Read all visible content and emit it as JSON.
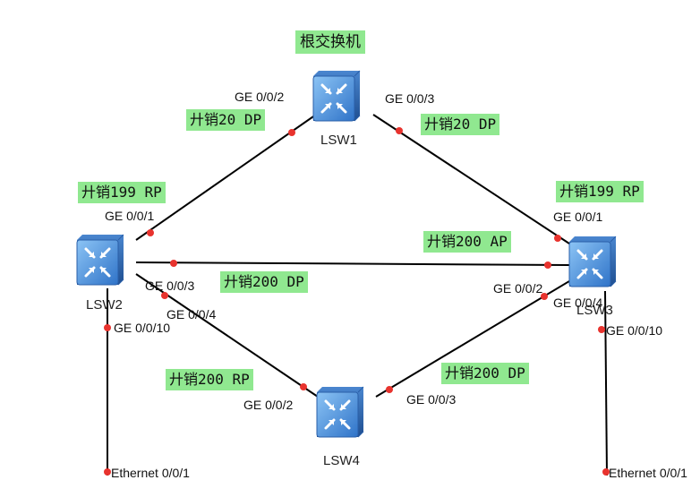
{
  "title": "根交换机",
  "switches": {
    "lsw1": "LSW1",
    "lsw2": "LSW2",
    "lsw3": "LSW3",
    "lsw4": "LSW4"
  },
  "ports": {
    "lsw1_g2": "GE 0/0/2",
    "lsw1_g3": "GE 0/0/3",
    "lsw2_g1": "GE 0/0/1",
    "lsw2_g3": "GE 0/0/3",
    "lsw2_g4": "GE 0/0/4",
    "lsw2_g10": "GE 0/0/10",
    "lsw3_g1": "GE 0/0/1",
    "lsw3_g2": "GE 0/0/2",
    "lsw3_g4": "GE 0/0/4",
    "lsw3_g10": "GE 0/0/10",
    "lsw4_g2": "GE 0/0/2",
    "lsw4_g3": "GE 0/0/3",
    "eth_left": "Ethernet 0/0/1",
    "eth_right": "Ethernet 0/0/1"
  },
  "tags": {
    "lsw1_left": "廾销20 DP",
    "lsw1_right": "廾销20 DP",
    "lsw2_root": "廾销199 RP",
    "lsw3_root": "廾销199 RP",
    "lsw3_ap": "廾销200 AP",
    "lsw2_dp": "廾销200 DP",
    "lsw4_rp": "廾销200 RP",
    "lsw4_dp": "廾销200 DP"
  },
  "colors": {
    "port_dot": "#e8332e",
    "tag_bg": "#90e890",
    "switch_fill": "#4a8fd8"
  }
}
